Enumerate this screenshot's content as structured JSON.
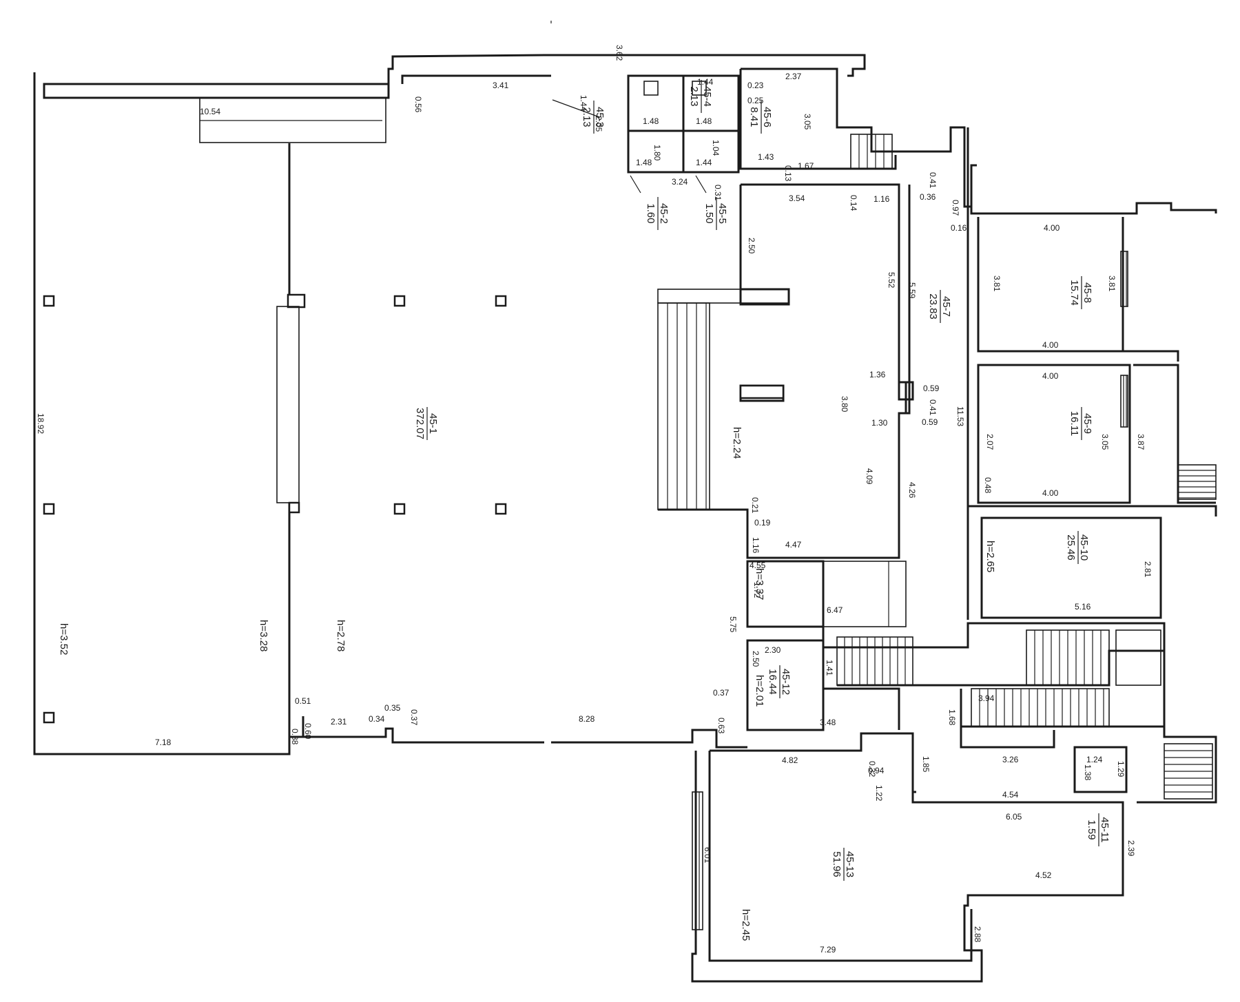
{
  "rooms": [
    {
      "id": "45-1",
      "area": "372.07"
    },
    {
      "id": "45-2",
      "area": "1.60"
    },
    {
      "id": "45-3",
      "area": "2.13"
    },
    {
      "id": "45-4",
      "area": "2.13"
    },
    {
      "id": "45-5",
      "area": "1.50"
    },
    {
      "id": "45-6",
      "area": "8.41"
    },
    {
      "id": "45-7",
      "area": "23.83"
    },
    {
      "id": "45-8",
      "area": "15.74"
    },
    {
      "id": "45-9",
      "area": "16.11"
    },
    {
      "id": "45-10",
      "area": "25.46"
    },
    {
      "id": "45-11",
      "area": "1.59"
    },
    {
      "id": "45-12",
      "area": "16.44"
    },
    {
      "id": "45-13",
      "area": "51.96"
    }
  ],
  "heights": [
    "h=3.52",
    "h=3.28",
    "h=2.78",
    "h=2.24",
    "h=3.37",
    "h=2.65",
    "h=2.01",
    "h=2.45"
  ],
  "dims": [
    "3.62",
    "3.41",
    "0.56",
    "10.54",
    "18.92",
    "7.18",
    "0.51",
    "0.60",
    "0.88",
    "2.31",
    "0.34",
    "0.35",
    "0.37",
    "8.28",
    "0.37",
    "0.63",
    "5.75",
    "1.44",
    "2.05",
    "1.48",
    "1.80",
    "1.48",
    "3.24",
    "0.31",
    "1.44",
    "1.48",
    "1.04",
    "1.44",
    "0.23",
    "2.37",
    "0.25",
    "3.05",
    "1.43",
    "0.13",
    "1.67",
    "3.54",
    "0.14",
    "1.16",
    "0.41",
    "0.36",
    "0.97",
    "0.16",
    "2.50",
    "5.52",
    "5.59",
    "4.00",
    "3.81",
    "3.81",
    "4.00",
    "1.36",
    "0.59",
    "0.41",
    "0.59",
    "3.80",
    "1.30",
    "11.53",
    "4.00",
    "2.07",
    "3.05",
    "3.87",
    "0.48",
    "4.00",
    "4.09",
    "4.26",
    "0.21",
    "0.19",
    "1.16",
    "4.47",
    "4.55",
    "1.72",
    "6.47",
    "2.81",
    "5.16",
    "2.30",
    "2.50",
    "1.41",
    "3.94",
    "1.68",
    "3.48",
    "4.82",
    "0.32",
    "0.94",
    "1.85",
    "3.26",
    "1.24",
    "1.38",
    "1.29",
    "1.22",
    "4.54",
    "6.05",
    "6.01",
    "2.39",
    "4.52",
    "2.88",
    "7.29"
  ]
}
